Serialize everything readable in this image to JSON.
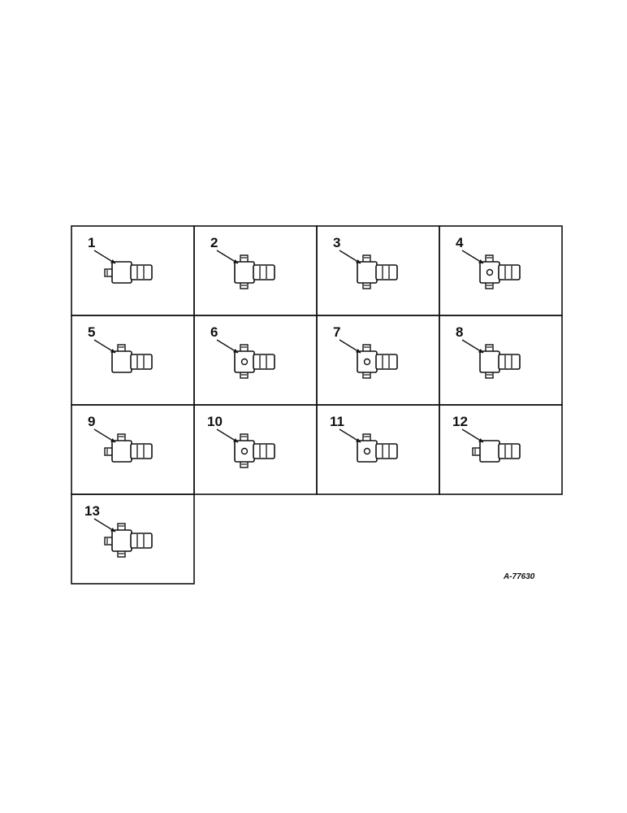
{
  "diagram": {
    "drawing_ref": "A-77630",
    "colors": {
      "line": "#111111",
      "background": "#ffffff",
      "part_fill": "#ffffff"
    },
    "cells": [
      {
        "label": "1",
        "variant": "plain-left"
      },
      {
        "label": "2",
        "variant": "top-bottom-ports"
      },
      {
        "label": "3",
        "variant": "top-bottom-ports"
      },
      {
        "label": "4",
        "variant": "top-bottom-ports-hole"
      },
      {
        "label": "5",
        "variant": "top-port"
      },
      {
        "label": "6",
        "variant": "top-bottom-ports-hole"
      },
      {
        "label": "7",
        "variant": "top-bottom-ports-hole"
      },
      {
        "label": "8",
        "variant": "top-bottom-ports"
      },
      {
        "label": "9",
        "variant": "top-left-ports"
      },
      {
        "label": "10",
        "variant": "top-bottom-ports-hole"
      },
      {
        "label": "11",
        "variant": "top-port-hole"
      },
      {
        "label": "12",
        "variant": "left-port"
      },
      {
        "label": "13",
        "variant": "top-bottom-left-ports"
      }
    ]
  }
}
